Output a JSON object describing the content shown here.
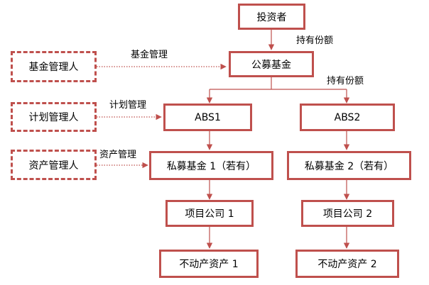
{
  "colors": {
    "border": "#bf504d",
    "solid_line": "#bf504d",
    "dotted_line": "#bf504d",
    "text": "#000000",
    "background": "#ffffff"
  },
  "nodes": {
    "investor": "投资者",
    "public_fund": "公募基金",
    "abs1": "ABS1",
    "abs2": "ABS2",
    "private_fund1": "私募基金 1（若有）",
    "private_fund2": "私募基金 2（若有）",
    "project_company1": "项目公司 1",
    "project_company2": "项目公司 2",
    "real_estate1": "不动产资产 1",
    "real_estate2": "不动产资产 2",
    "fund_manager": "基金管理人",
    "plan_manager": "计划管理人",
    "asset_manager": "资产管理人"
  },
  "edge_labels": {
    "holds_share_1": "持有份额",
    "holds_share_2": "持有份额",
    "fund_management": "基金管理",
    "plan_management": "计划管理",
    "asset_management": "资产管理"
  }
}
